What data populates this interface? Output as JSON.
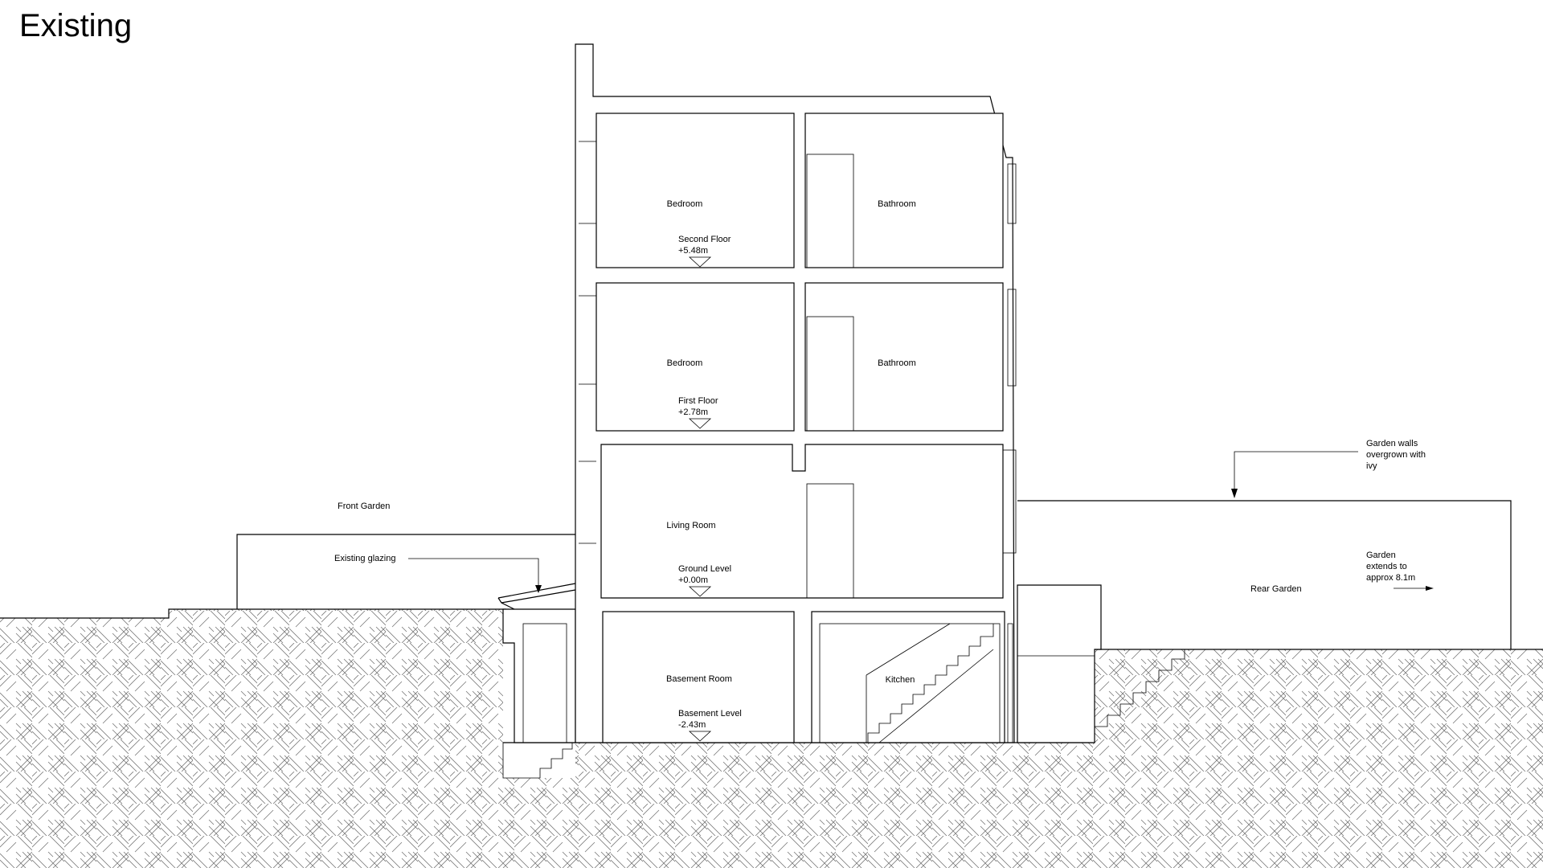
{
  "title": "Existing",
  "rooms": {
    "second_front": "Bedroom",
    "second_rear": "Bathroom",
    "first_front": "Bedroom",
    "first_rear": "Bathroom",
    "ground_front": "Living Room",
    "basement_front": "Basement Room",
    "basement_rear": "Kitchen"
  },
  "levels": {
    "second": {
      "name": "Second Floor",
      "value": "+5.48m"
    },
    "first": {
      "name": "First Floor",
      "value": "+2.78m"
    },
    "ground": {
      "name": "Ground Level",
      "value": "+0.00m"
    },
    "basement": {
      "name": "Basement Level",
      "value": "-2.43m"
    }
  },
  "labels": {
    "front_garden": "Front Garden",
    "existing_glazing": "Existing glazing",
    "rear_garden": "Rear Garden",
    "garden_walls": [
      "Garden walls",
      "overgrown with",
      "ivy"
    ],
    "garden_extends": [
      "Garden",
      "extends to",
      "approx 8.1m"
    ]
  }
}
